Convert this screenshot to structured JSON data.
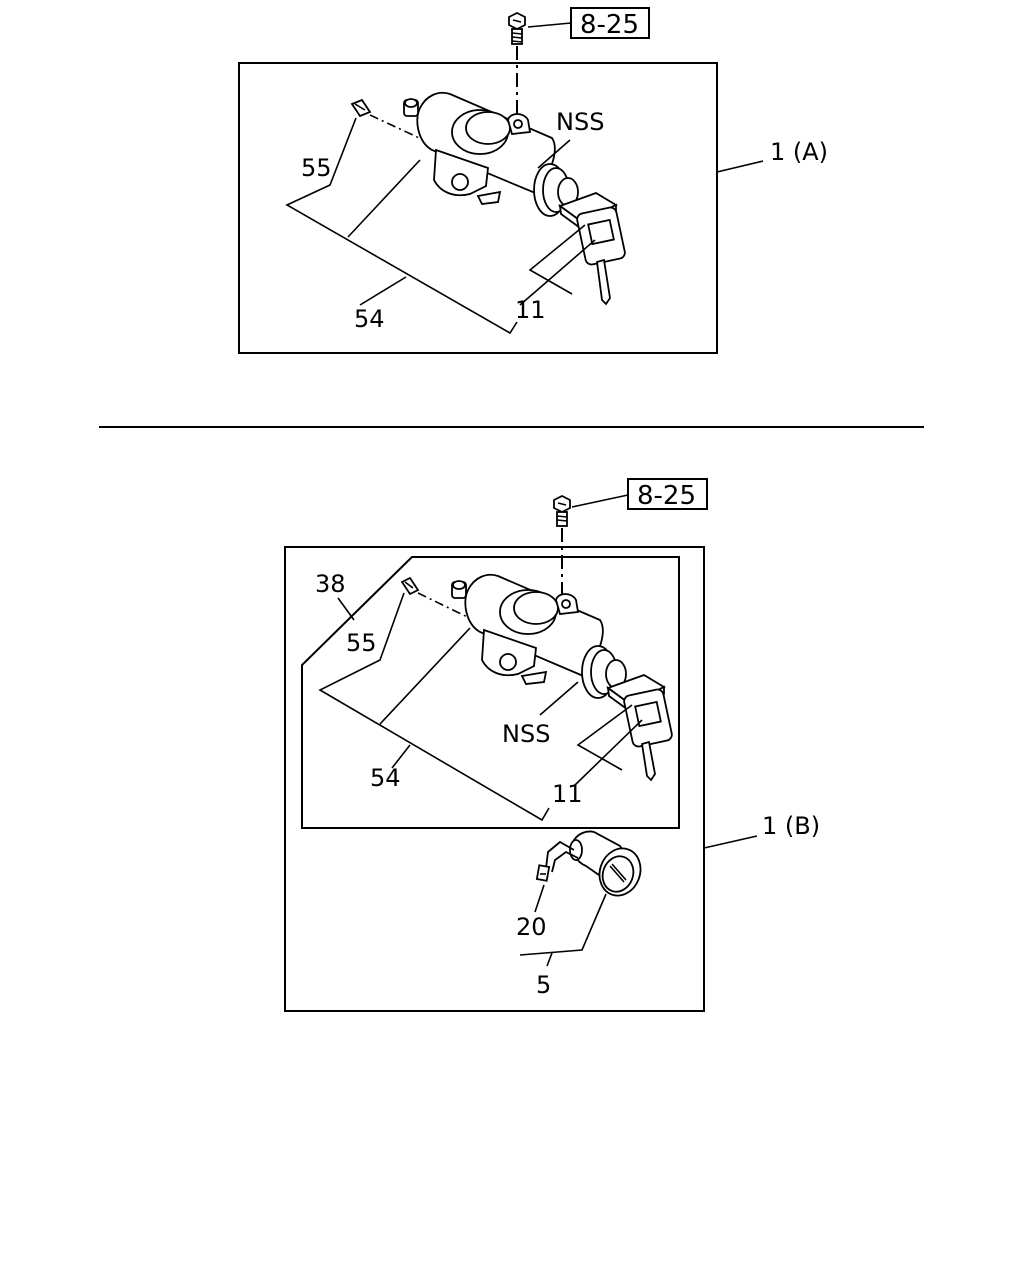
{
  "assembly_a": {
    "ref_box": "8-25",
    "assembly_label": "1 (A)",
    "labels": {
      "nss": "NSS",
      "p55": "55",
      "p54": "54",
      "p11": "11"
    }
  },
  "assembly_b": {
    "ref_box": "8-25",
    "assembly_label": "1 (B)",
    "labels": {
      "p38": "38",
      "p55": "55",
      "nss": "NSS",
      "p54": "54",
      "p11": "11",
      "p20": "20",
      "p5": "5"
    }
  }
}
